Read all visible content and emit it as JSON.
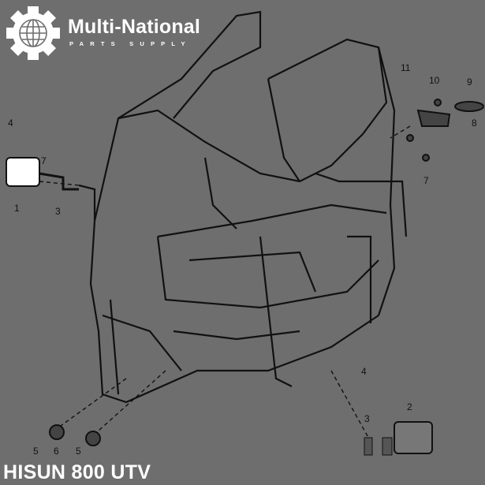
{
  "logo": {
    "brand": "Multi-National",
    "tagline": "PARTS SUPPLY",
    "icon": "gear-globe-icon"
  },
  "title": "HISUN 800 UTV",
  "callouts": [
    "1",
    "2",
    "3",
    "3",
    "4",
    "4",
    "5",
    "5",
    "6",
    "7",
    "7",
    "8",
    "9",
    "10",
    "11"
  ],
  "colors": {
    "background": "#6e6e6e",
    "linework": "#111111",
    "text": "#ffffff"
  }
}
